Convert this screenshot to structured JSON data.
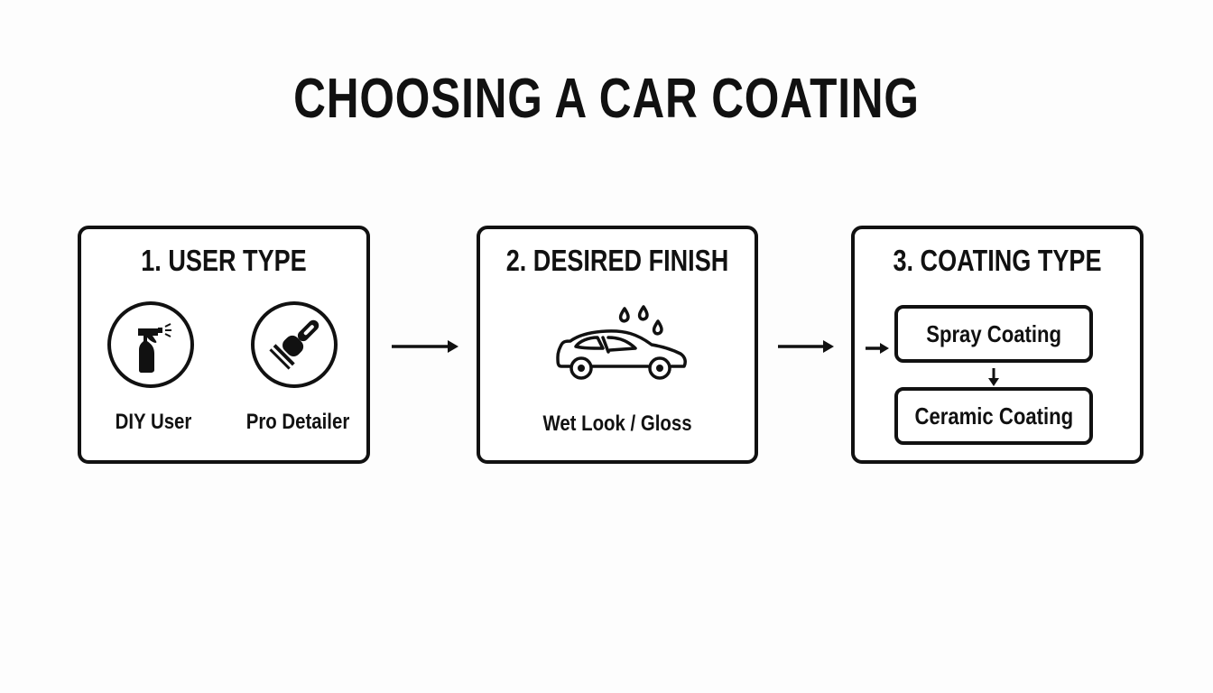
{
  "title": "CHOOSING A CAR COATING",
  "colors": {
    "stroke": "#111111",
    "background": "#fdfdfd"
  },
  "steps": [
    {
      "heading": "1. USER TYPE",
      "options": [
        {
          "label": "DIY User",
          "icon": "spray-bottle-icon"
        },
        {
          "label": "Pro Detailer",
          "icon": "polisher-icon"
        }
      ]
    },
    {
      "heading": "2. DESIRED FINISH",
      "icon": "car-with-water-drops-icon",
      "label": "Wet Look / Gloss"
    },
    {
      "heading": "3. COATING TYPE",
      "options": [
        {
          "label": "Spray Coating"
        },
        {
          "label": "Ceramic Coating"
        }
      ]
    }
  ],
  "connectors": [
    "arrow-right",
    "arrow-right",
    "arrow-down"
  ]
}
